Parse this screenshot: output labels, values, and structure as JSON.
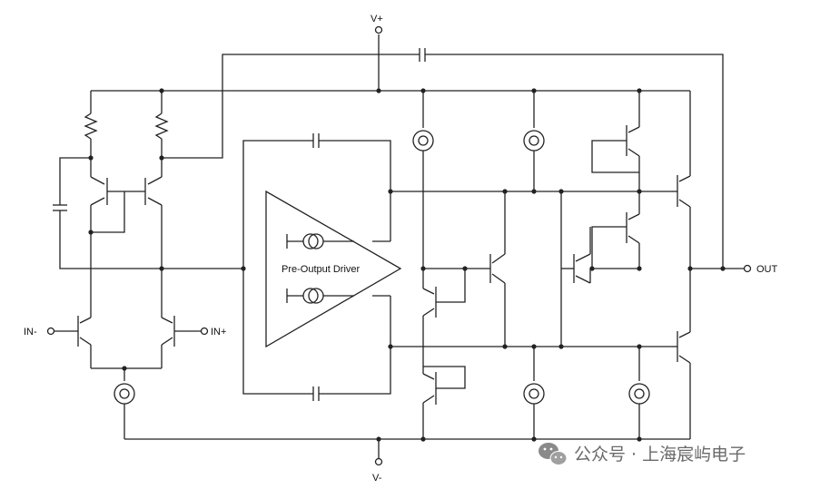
{
  "labels": {
    "vplus": "V+",
    "vminus": "V-",
    "in_minus": "IN-",
    "in_plus": "IN+",
    "out": "OUT",
    "driver": "Pre-Output Driver"
  },
  "watermark": {
    "text": "公众号 · 上海宸屿电子"
  }
}
